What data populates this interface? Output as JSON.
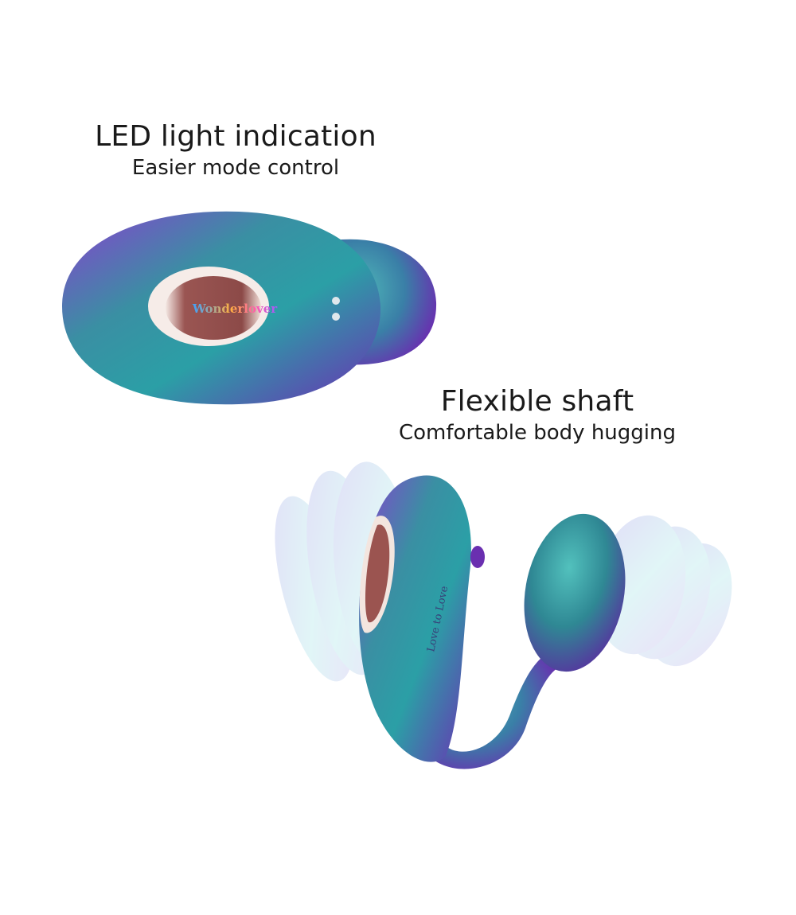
{
  "features": [
    {
      "title": "LED light indication",
      "subtitle": "Easier mode control"
    },
    {
      "title": "Flexible shaft",
      "subtitle": "Comfortable body hugging"
    }
  ],
  "product": {
    "logo_text": "Wonderlover",
    "engraving": "Love to Love"
  },
  "colors": {
    "background": "#ffffff",
    "body_teal": "#2f8f9a",
    "body_purple": "#6a2fb0",
    "panel_maroon": "#8a4a4a"
  }
}
